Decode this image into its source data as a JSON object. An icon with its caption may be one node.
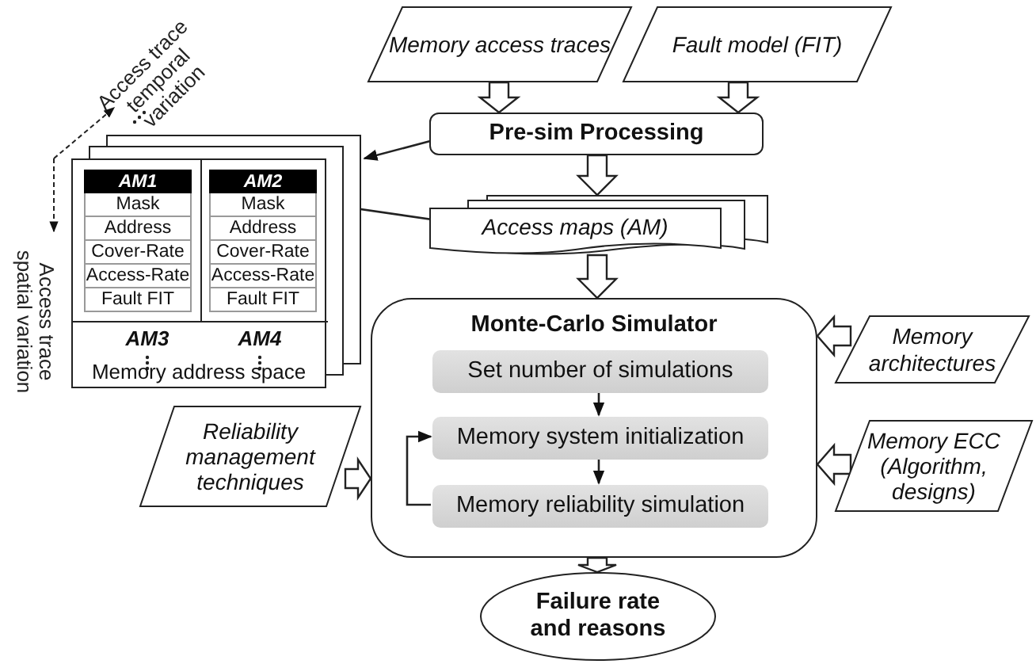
{
  "diagram": {
    "nodes": [
      {
        "text": [
          "Memory access traces"
        ]
      },
      {
        "text": [
          "Fault model (FIT)"
        ]
      },
      {
        "text": [
          "Pre-sim Processing"
        ]
      },
      {
        "text": [
          "Access maps (AM)"
        ]
      },
      {
        "text": [
          "AM3",
          "AM4",
          "Memory address space"
        ]
      },
      {
        "text": [
          "AM1",
          "Mask",
          "Address",
          "Cover-Rate",
          "Access-Rate",
          "Fault FIT"
        ],
        "in": 4
      },
      {
        "text": [
          "AM2",
          "Mask",
          "Address",
          "Cover-Rate",
          "Access-Rate",
          "Fault FIT"
        ],
        "in": 4
      },
      {
        "text": [
          "Monte-Carlo Simulator"
        ]
      },
      {
        "text": [
          "Set number of simulations"
        ],
        "in": 7
      },
      {
        "text": [
          "Memory system initialization"
        ],
        "in": 7
      },
      {
        "text": [
          "Memory reliability simulation"
        ],
        "in": 7
      },
      {
        "text": [
          "Memory architectures"
        ]
      },
      {
        "text": [
          "Memory ECC (Algorithm, designs)"
        ]
      },
      {
        "text": [
          "Reliability management techniques"
        ]
      },
      {
        "text": [
          "Failure rate and reasons"
        ]
      }
    ],
    "edges": [
      {
        "from": 0,
        "to": 2,
        "arrow": "to",
        "style": "thick"
      },
      {
        "from": 1,
        "to": 2,
        "arrow": "to",
        "style": "thick"
      },
      {
        "from": 2,
        "to": 3,
        "arrow": "to",
        "style": "thick"
      },
      {
        "from": 2,
        "to": 4,
        "arrow": "to"
      },
      {
        "from": 3,
        "to": 6,
        "arrow": "to"
      },
      {
        "from": 3,
        "to": 7,
        "arrow": "to",
        "style": "thick"
      },
      {
        "from": 8,
        "to": 9,
        "arrow": "to"
      },
      {
        "from": 9,
        "to": 10,
        "arrow": "to"
      },
      {
        "from": 10,
        "to": 9,
        "arrow": "to"
      },
      {
        "from": 11,
        "to": 7,
        "arrow": "to",
        "style": "thick"
      },
      {
        "from": 12,
        "to": 7,
        "arrow": "to",
        "style": "thick"
      },
      {
        "from": 13,
        "to": 7,
        "arrow": "to",
        "style": "thick"
      },
      {
        "from": 7,
        "to": 14,
        "arrow": "to",
        "style": "thick"
      }
    ],
    "labels": [
      "Access trace temporal variation",
      "Access trace spatial variation"
    ]
  }
}
